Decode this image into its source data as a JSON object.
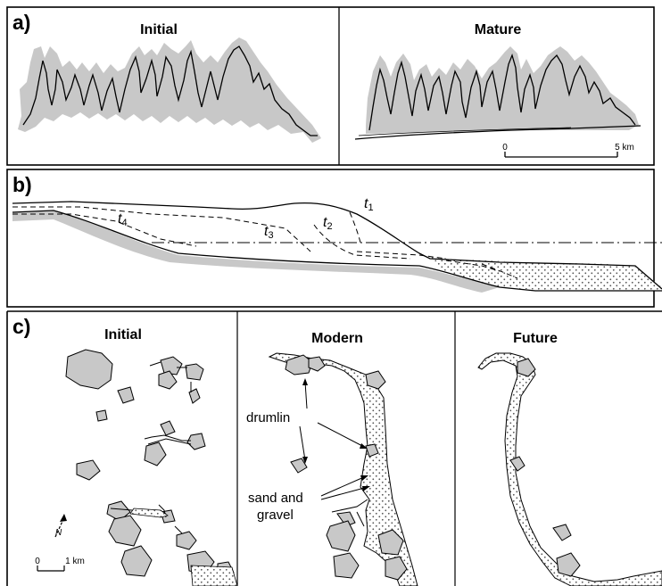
{
  "panel_a": {
    "label": "a)",
    "left_title": "Initial",
    "right_title": "Mature",
    "scale": {
      "start": "0",
      "end": "5 km"
    }
  },
  "panel_b": {
    "label": "b)",
    "time_labels": [
      {
        "t": "t",
        "sub": "1"
      },
      {
        "t": "t",
        "sub": "2"
      },
      {
        "t": "t",
        "sub": "3"
      },
      {
        "t": "t",
        "sub": "4"
      }
    ]
  },
  "panel_c": {
    "label": "c)",
    "titles": [
      "Initial",
      "Modern",
      "Future"
    ],
    "annotations": {
      "drumlin": "drumlin",
      "sand_line1": "sand and",
      "sand_line2": "gravel"
    },
    "north": "N",
    "scale": {
      "start": "0",
      "end": "1 km"
    }
  },
  "colors": {
    "shading": "#c8c8c8",
    "line": "#000000"
  }
}
